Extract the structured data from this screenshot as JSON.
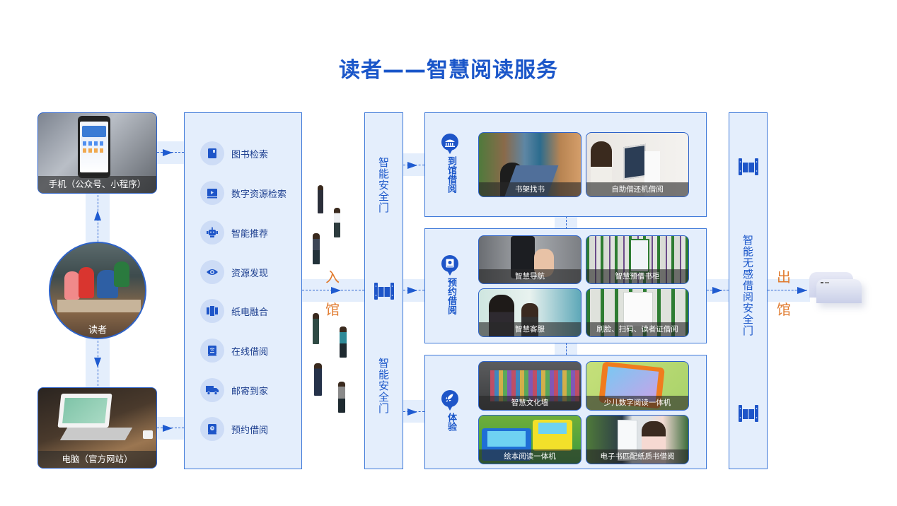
{
  "title": "读者——智慧阅读服务",
  "colors": {
    "primary": "#1a56c9",
    "panel_bg": "#e4eefc",
    "accent_orange": "#e07a2e"
  },
  "reader": {
    "label": "读者"
  },
  "channels": [
    {
      "label": "手机（公众号、小程序）"
    },
    {
      "label": "电脑（官方网站）"
    }
  ],
  "services": [
    {
      "label": "图书检索",
      "icon": "book-icon"
    },
    {
      "label": "数字资源检索",
      "icon": "video-book-icon"
    },
    {
      "label": "智能推荐",
      "icon": "robot-icon"
    },
    {
      "label": "资源发现",
      "icon": "eye-icon"
    },
    {
      "label": "纸电融合",
      "icon": "paper-digital-icon"
    },
    {
      "label": "在线借阅",
      "icon": "wifi-book-icon"
    },
    {
      "label": "邮寄到家",
      "icon": "truck-icon"
    },
    {
      "label": "预约借阅",
      "icon": "clock-book-icon"
    }
  ],
  "entry": {
    "label_top": "入",
    "label_bottom": "馆"
  },
  "gate_column": {
    "top_label": "智能安全门",
    "bottom_label": "智能安全门"
  },
  "categories": [
    {
      "label": "到馆借阅",
      "icon": "library-building-icon",
      "items": [
        {
          "caption": "书架找书"
        },
        {
          "caption": "自助借还机借阅"
        }
      ]
    },
    {
      "label": "预约借阅",
      "icon": "reservation-book-icon",
      "items": [
        {
          "caption": "智慧导航"
        },
        {
          "caption": "智慧预借书柜"
        },
        {
          "caption": "智慧客服"
        },
        {
          "caption": "刷脸、扫码、读者证借阅"
        }
      ]
    },
    {
      "label": "体验",
      "icon": "rocket-icon",
      "items": [
        {
          "caption": "智慧文化墙"
        },
        {
          "caption": "少儿数字阅读一体机"
        },
        {
          "caption": "绘本阅读一体机"
        },
        {
          "caption": "电子书匹配纸质书借阅"
        }
      ]
    }
  ],
  "exit_gate": {
    "label": "智能无感借阅安全门"
  },
  "exit": {
    "label_top": "出",
    "label_bottom": "馆"
  }
}
